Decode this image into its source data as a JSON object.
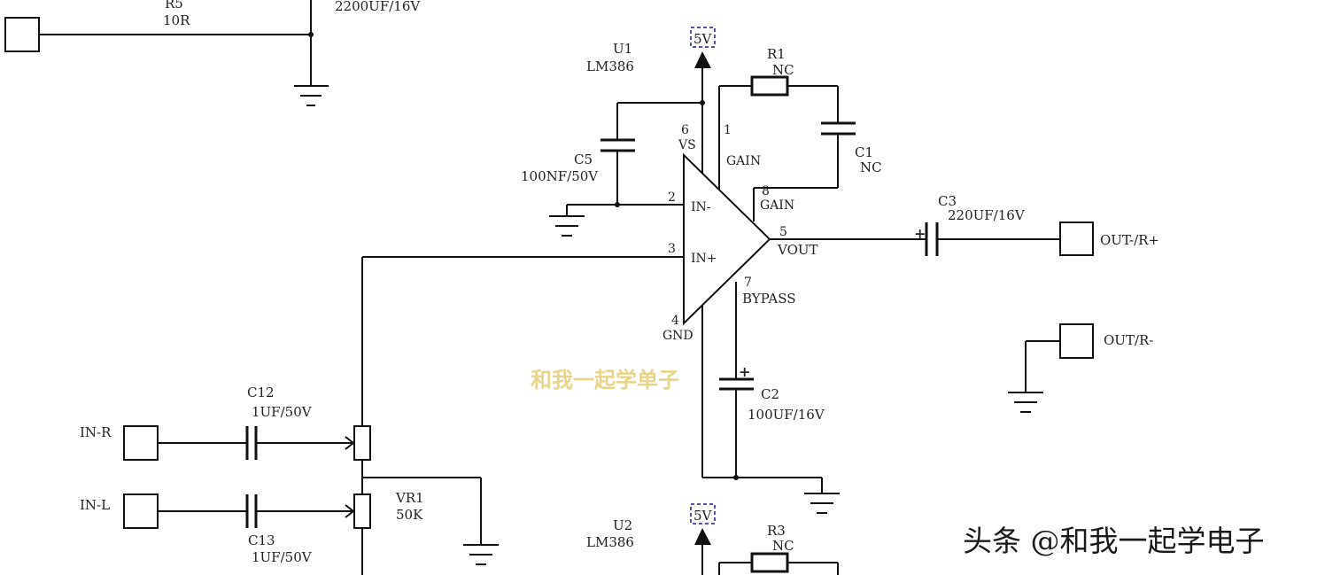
{
  "colors": {
    "wire": "#111111",
    "text": "#222222",
    "net_flag": "#1a1a8c",
    "watermark_center": "#e8d48a",
    "watermark_corner": "#1a1a1a"
  },
  "labels": {
    "r5_ref": "R5",
    "r5_val": "10R",
    "c_top_val": "2200UF/16V",
    "u1_ref": "U1",
    "u1_val": "LM386",
    "net_5v_top": "5V",
    "r1_ref": "R1",
    "r1_val": "NC",
    "c5_ref": "C5",
    "c5_val": "100NF/50V",
    "pin6": "6",
    "pin_vs": "VS",
    "pin1": "1",
    "pin_gain1": "GAIN",
    "c1_ref": "C1",
    "c1_val": "NC",
    "pin8": "8",
    "pin_gain8": "GAIN",
    "pin2": "2",
    "pin_inm": "IN-",
    "c3_ref": "C3",
    "c3_val": "220UF/16V",
    "c3_plus": "+",
    "out_pos": "OUT-/R+",
    "pin5": "5",
    "pin_vout": "VOUT",
    "pin3": "3",
    "pin_inp": "IN+",
    "pin7": "7",
    "pin_bypass": "BYPASS",
    "pin4": "4",
    "pin_gnd": "GND",
    "out_neg": "OUT/R-",
    "c2_ref": "C2",
    "c2_val": "100UF/16V",
    "c2_plus": "+",
    "c12_ref": "C12",
    "c12_val": "1UF/50V",
    "in_r": "IN-R",
    "vr1_ref": "VR1",
    "vr1_val": "50K",
    "in_l": "IN-L",
    "c13_ref": "C13",
    "c13_val": "1UF/50V",
    "u2_ref": "U2",
    "u2_val": "LM386",
    "net_5v_bottom": "5V",
    "r3_ref": "R3",
    "r3_val": "NC"
  },
  "watermarks": {
    "center": "和我一起学单子",
    "corner": "头条 @和我一起学电子"
  }
}
